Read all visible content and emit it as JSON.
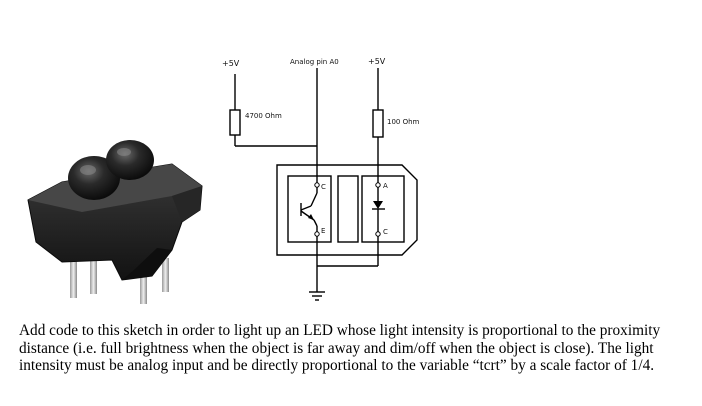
{
  "diagram": {
    "labels": {
      "vcc_left": "+5V",
      "analog_pin": "Analog pin A0",
      "vcc_right": "+5V",
      "resistor_left": "4700 Ohm",
      "resistor_right": "100 Ohm",
      "transistor_collector": "C",
      "transistor_emitter": "E",
      "diode_anode": "A",
      "diode_cathode": "C"
    }
  },
  "photo": {
    "subject": "TCRT5000 reflective optical sensor",
    "colors": {
      "body": "#1e1e1e",
      "pins": "#c8c8c8"
    }
  },
  "text": {
    "description": "Add code to this sketch in order to light up an LED whose light intensity is proportional to the proximity distance (i.e. full brightness when the object is far away and dim/off when the object is close).  The light intensity must be analog input and be directly proportional to the variable “tcrt” by a scale factor of 1/4."
  }
}
